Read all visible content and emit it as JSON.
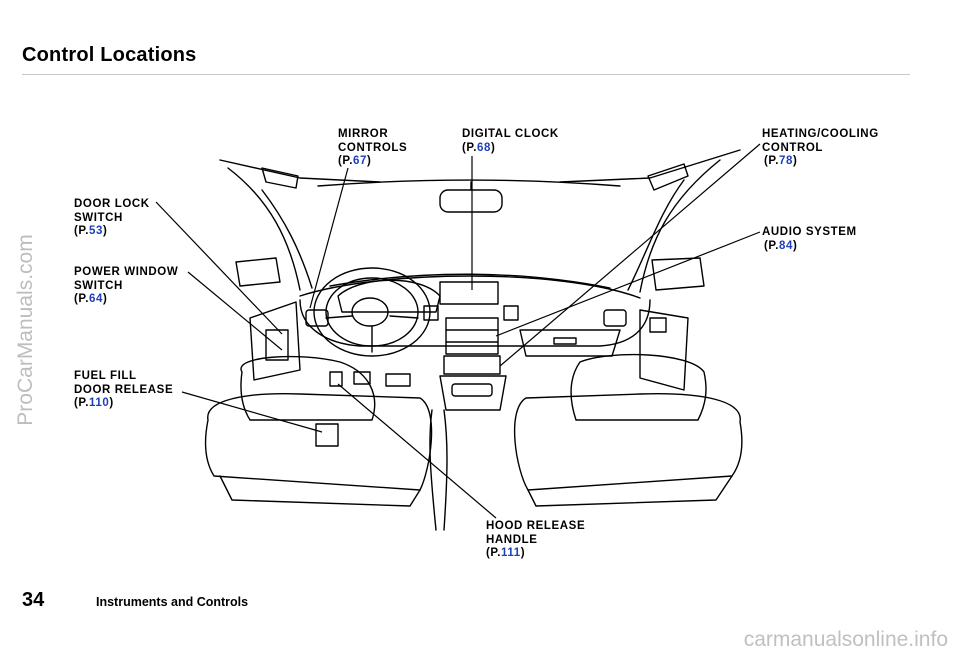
{
  "header": {
    "title": "Control Locations"
  },
  "footer": {
    "page_number": "34",
    "section": "Instruments and Controls"
  },
  "watermarks": {
    "side": "ProCarManuals.com",
    "bottom": "carmanualsonline.info"
  },
  "callouts": {
    "mirror_controls": {
      "line1": "MIRROR",
      "line2": "CONTROLS",
      "ref_prefix": "(P.",
      "ref_page": "67",
      "ref_suffix": ")"
    },
    "digital_clock": {
      "line1": "DIGITAL CLOCK",
      "ref_prefix": "(P.",
      "ref_page": "68",
      "ref_suffix": ")"
    },
    "heating_cooling": {
      "line1": "HEATING/COOLING",
      "line2": "CONTROL",
      "ref_prefix": "(P.",
      "ref_page": "78",
      "ref_suffix": ")"
    },
    "door_lock": {
      "line1": "DOOR LOCK",
      "line2": "SWITCH",
      "ref_prefix": "(P.",
      "ref_page": "53",
      "ref_suffix": ")"
    },
    "audio_system": {
      "line1": "AUDIO SYSTEM",
      "ref_prefix": "(P.",
      "ref_page": "84",
      "ref_suffix": ")"
    },
    "power_window": {
      "line1": "POWER WINDOW",
      "line2": "SWITCH",
      "ref_prefix": "(P.",
      "ref_page": "64",
      "ref_suffix": ")"
    },
    "fuel_fill": {
      "line1": "FUEL FILL",
      "line2": "DOOR RELEASE",
      "ref_prefix": "(P.",
      "ref_page": "110",
      "ref_suffix": ")"
    },
    "hood_release": {
      "line1": "HOOD RELEASE",
      "line2": "HANDLE",
      "ref_prefix": "(P.",
      "ref_page": "111",
      "ref_suffix": ")"
    }
  }
}
